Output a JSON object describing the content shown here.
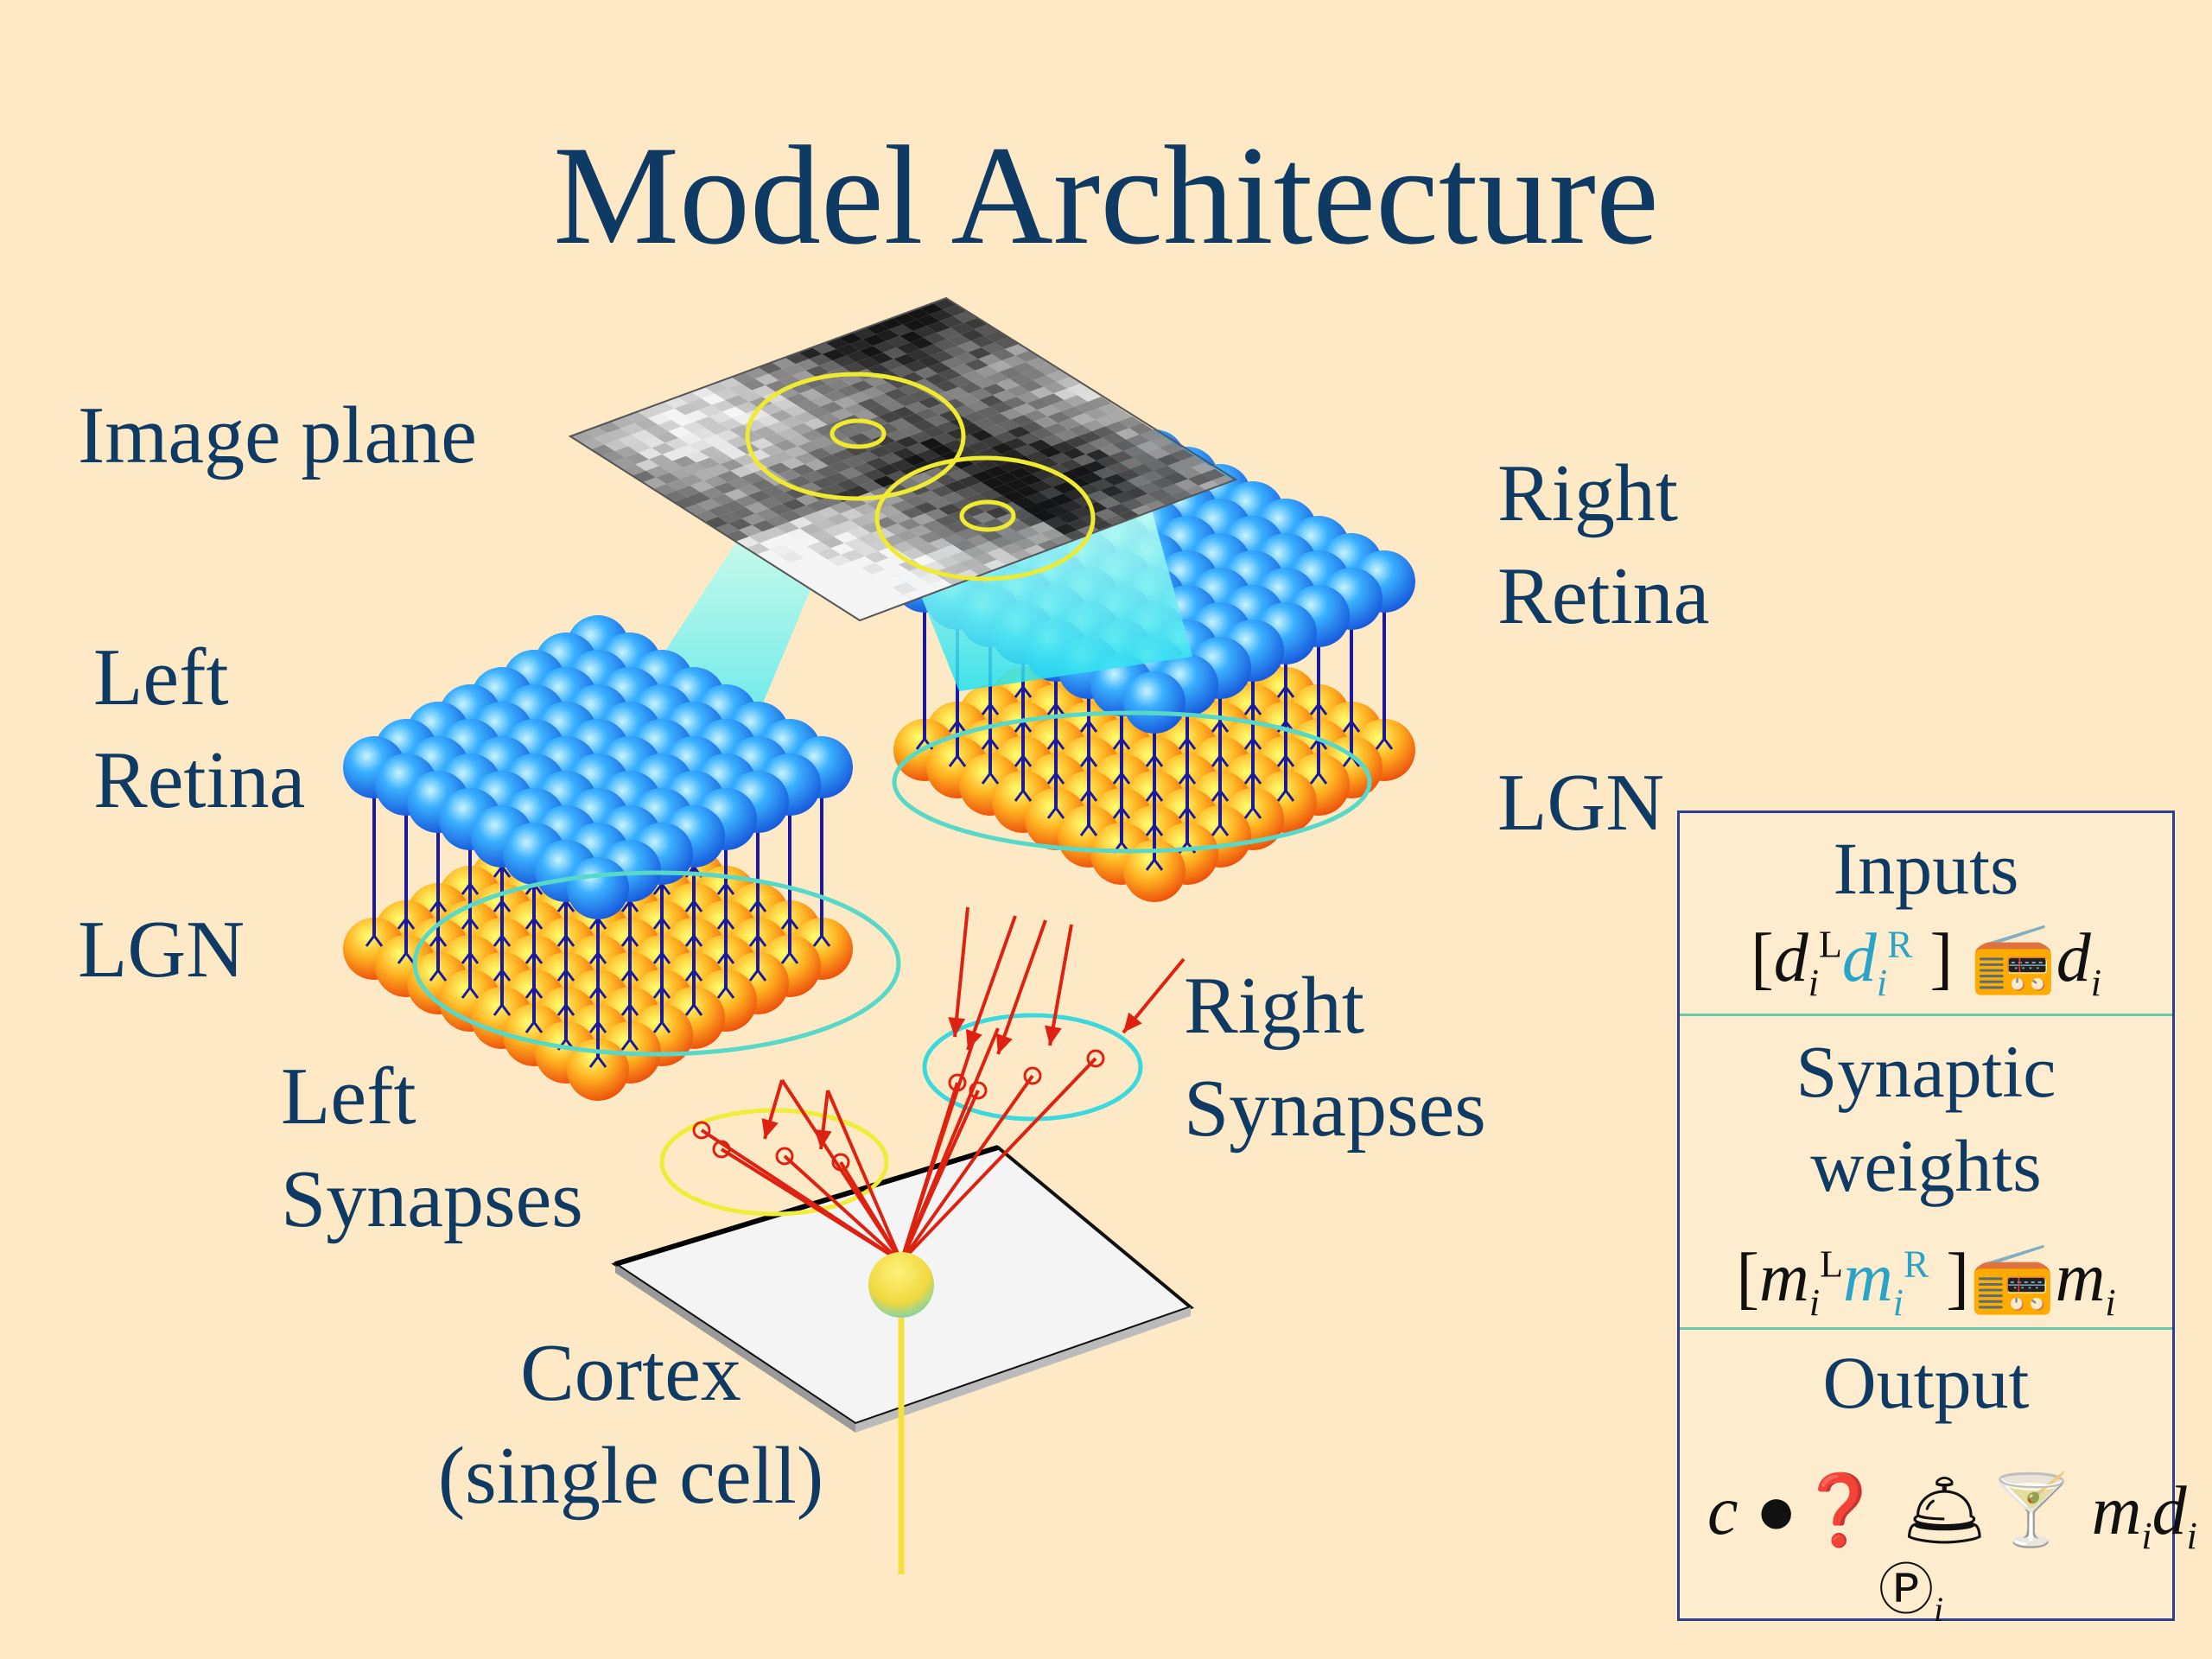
{
  "title": "Model Architecture",
  "labels": {
    "image_plane": "Image plane",
    "left_retina": [
      "Left",
      "Retina"
    ],
    "right_retina": [
      "Right",
      "Retina"
    ],
    "lgn_left": "LGN",
    "lgn_right": "LGN",
    "left_synapses": [
      "Left",
      "Synapses"
    ],
    "right_synapses": [
      "Right",
      "Synapses"
    ],
    "cortex": [
      "Cortex",
      "(single cell)"
    ]
  },
  "panel": {
    "inputs_title": "Inputs",
    "weights_title": [
      "Synaptic",
      "weights"
    ],
    "output_title": "Output"
  },
  "colors": {
    "background": "#fde9c6",
    "text": "#0f3a63",
    "retina_cell": "#1e7ff0",
    "lgn_cell": "#f05a10",
    "axon": "#1a1aa0",
    "synapse": "#dd2211",
    "left_field": "#f3ea3a",
    "right_field": "#3ad9e0"
  }
}
